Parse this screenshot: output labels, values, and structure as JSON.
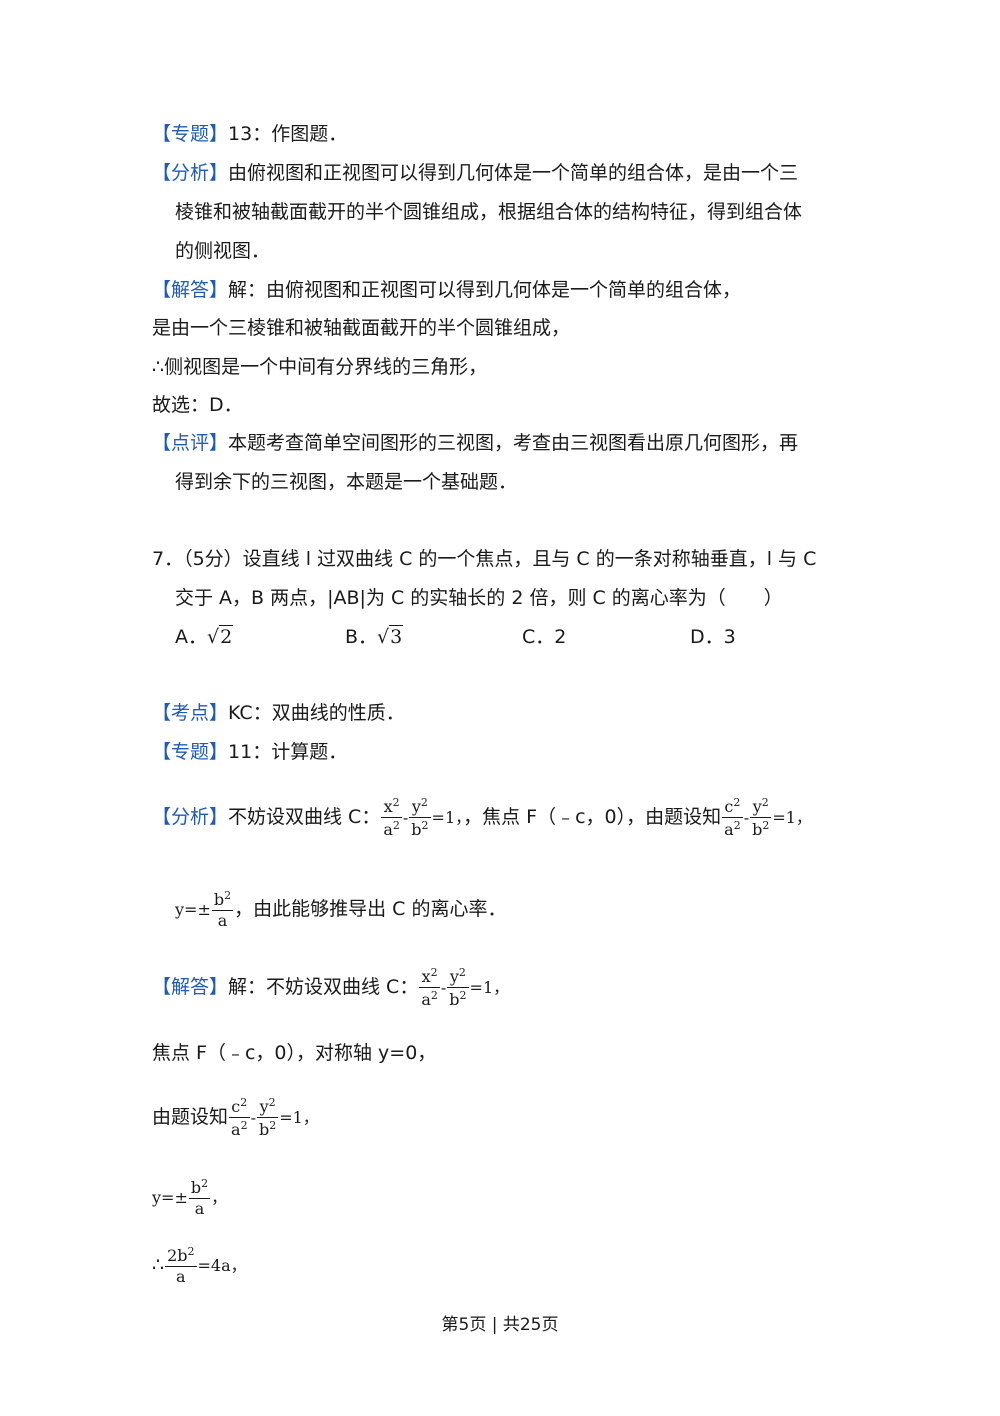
{
  "prev_solution": {
    "zhuanti_tag": "【专题】",
    "zhuanti_text": "13：作图题．",
    "fenxi_tag": "【分析】",
    "fenxi_line1": "由俯视图和正视图可以得到几何体是一个简单的组合体，是由一个三",
    "fenxi_line2": "棱锥和被轴截面截开的半个圆锥组成，根据组合体的结构特征，得到组合体",
    "fenxi_line3": "的侧视图．",
    "jieda_tag": "【解答】",
    "jieda_line1": "解：由俯视图和正视图可以得到几何体是一个简单的组合体，",
    "jieda_line2": "是由一个三棱锥和被轴截面截开的半个圆锥组成，",
    "jieda_line3": "∴侧视图是一个中间有分界线的三角形，",
    "jieda_line4": "故选：D．",
    "dianping_tag": "【点评】",
    "dianping_line1": "本题考查简单空间图形的三视图，考查由三视图看出原几何图形，再",
    "dianping_line2": "得到余下的三视图，本题是一个基础题．"
  },
  "question7": {
    "line1": "7．（5分）设直线 l 过双曲线 C 的一个焦点，且与 C 的一条对称轴垂直，l 与 C",
    "line2": "交于 A，B 两点，|AB|为 C 的实轴长的 2 倍，则 C 的离心率为（　　）",
    "optA_label": "A．",
    "optA_rad": "2",
    "optB_label": "B．",
    "optB_rad": "3",
    "optC": "C．2",
    "optD": "D．3"
  },
  "solution7": {
    "kaodian_tag": "【考点】",
    "kaodian_text": "KC：双曲线的性质．",
    "zhuanti_tag": "【专题】",
    "zhuanti_text": "11：计算题．",
    "fenxi_tag": "【分析】",
    "fenxi_pre": "不妨设双曲线 C：",
    "fenxi_mid": "，焦点 F（﹣c，0），由题设知",
    "fenxi_post": "，由此能够推导出 C 的离心率．",
    "jieda_tag": "【解答】",
    "jieda_pre": "解：不妨设双曲线 C：",
    "focus_line": "焦点 F（﹣c，0），对称轴 y=0，",
    "tishe_pre": "由题设知",
    "x": "x",
    "y": "y",
    "a": "a",
    "b": "b",
    "c": "c",
    "two": "2",
    "twob": "2b",
    "minus": "-",
    "eq1_comma": "=1，",
    "eq1_comma_plain": "=1，",
    "y_eq_pm": "y=±",
    "comma": "，",
    "therefore": "∴",
    "eq4a": "=4a，"
  },
  "footer": "第5页 | 共25页"
}
